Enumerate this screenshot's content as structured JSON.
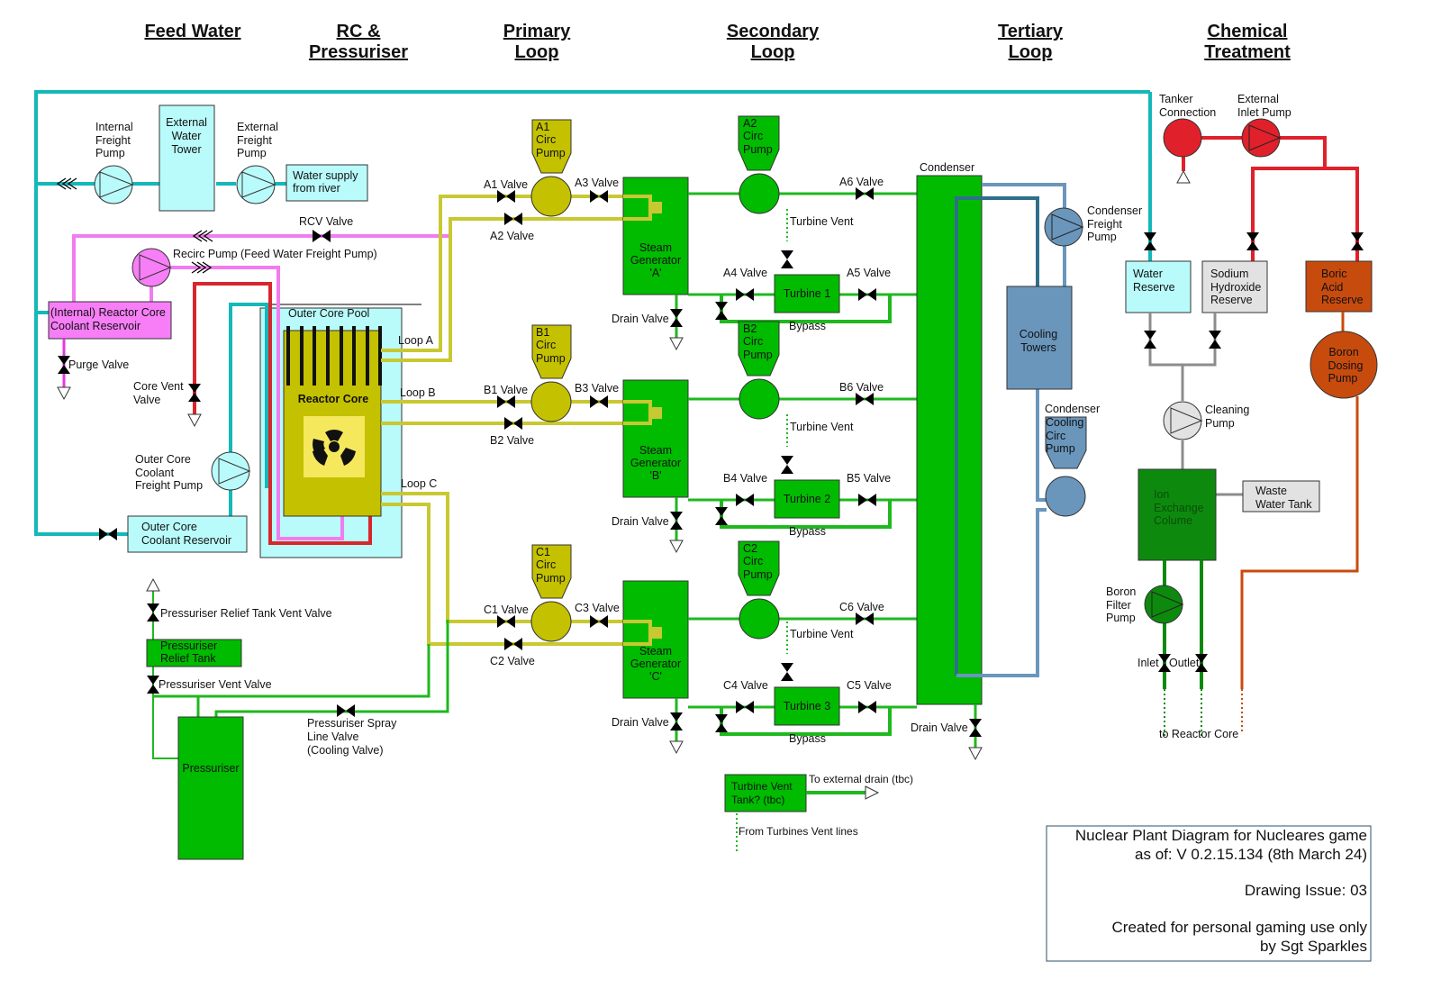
{
  "colors": {
    "feed_water": "#14b8b8",
    "feed_water_fill": "#b9fbfb",
    "recirc": "#f07cf0",
    "recirc_fill": "#f77ef7",
    "core": "#c4c100",
    "core_line": "#c8c832",
    "secondary": "#00bb00",
    "secondary_line": "#1fb81f",
    "tertiary": "#6a96bc",
    "tertiary_dark": "#2e6f8a",
    "chem_red": "#e0202a",
    "boric": "#c84b0e",
    "grey_line": "#8c8c8c",
    "grey_fill": "#e2e2e2",
    "ion_green": "#0d8a0d",
    "hot_red": "#d8262c"
  },
  "headers": [
    {
      "lines": [
        "Feed Water"
      ]
    },
    {
      "lines": [
        "RC &",
        "Pressuriser"
      ]
    },
    {
      "lines": [
        "Primary",
        "Loop"
      ]
    },
    {
      "lines": [
        "Secondary",
        "Loop"
      ]
    },
    {
      "lines": [
        "Tertiary",
        "Loop"
      ]
    },
    {
      "lines": [
        "Chemical",
        "Treatment"
      ]
    }
  ],
  "feed_water": {
    "internal_freight_pump": [
      "Internal",
      "Freight",
      "Pump"
    ],
    "external_water_tower": [
      "External",
      "Water",
      "Tower"
    ],
    "external_freight_pump": [
      "External",
      "Freight",
      "Pump"
    ],
    "water_supply": [
      "Water supply",
      "from river"
    ],
    "rcv_valve": "RCV Valve",
    "recirc_pump": "Recirc Pump (Feed Water Freight Pump)",
    "reactor_coolant_reservoir": [
      "(Internal) Reactor Core",
      "Coolant Reservoir"
    ],
    "purge_valve": "Purge Valve",
    "core_vent_valve": [
      "Core Vent",
      "Valve"
    ],
    "outer_core_pump": [
      "Outer Core",
      "Coolant",
      "Freight Pump"
    ],
    "outer_core_reservoir": [
      "Outer Core",
      "Coolant Reservoir"
    ]
  },
  "reactor": {
    "pool": "Outer Core Pool",
    "core": "Reactor Core",
    "loops": [
      "Loop A",
      "Loop B",
      "Loop C"
    ]
  },
  "pressuriser": {
    "relief_vent_valve": "Pressuriser Relief Tank Vent Valve",
    "relief_tank": [
      "Pressuriser",
      "Relief Tank"
    ],
    "vent_valve": "Pressuriser Vent Valve",
    "tank": "Pressuriser",
    "spray_valve": [
      "Pressuriser Spray",
      "Line Valve",
      "(Cooling Valve)"
    ]
  },
  "primary": [
    {
      "pump": [
        "A1",
        "Circ",
        "Pump"
      ],
      "v1": "A1 Valve",
      "v2": "A2 Valve",
      "v3": "A3 Valve",
      "sg": [
        "Steam",
        "Generator",
        "'A'"
      ],
      "drain": "Drain Valve"
    },
    {
      "pump": [
        "B1",
        "Circ",
        "Pump"
      ],
      "v1": "B1 Valve",
      "v2": "B2 Valve",
      "v3": "B3 Valve",
      "sg": [
        "Steam",
        "Generator",
        "'B'"
      ],
      "drain": "Drain Valve"
    },
    {
      "pump": [
        "C1",
        "Circ",
        "Pump"
      ],
      "v1": "C1 Valve",
      "v2": "C2 Valve",
      "v3": "C3 Valve",
      "sg": [
        "Steam",
        "Generator",
        "'C'"
      ],
      "drain": "Drain Valve"
    }
  ],
  "secondary": [
    {
      "pump": [
        "A2",
        "Circ",
        "Pump"
      ],
      "v4": "A4 Valve",
      "v5": "A5 Valve",
      "v6": "A6 Valve",
      "turbine": "Turbine 1",
      "vent": "Turbine Vent",
      "bypass": "Bypass"
    },
    {
      "pump": [
        "B2",
        "Circ",
        "Pump"
      ],
      "v4": "B4 Valve",
      "v5": "B5 Valve",
      "v6": "B6 Valve",
      "turbine": "Turbine 2",
      "vent": "Turbine Vent",
      "bypass": "Bypass"
    },
    {
      "pump": [
        "C2",
        "Circ",
        "Pump"
      ],
      "v4": "C4 Valve",
      "v5": "C5 Valve",
      "v6": "C6 Valve",
      "turbine": "Turbine 3",
      "vent": "Turbine Vent",
      "bypass": "Bypass"
    }
  ],
  "condenser": {
    "label": "Condenser",
    "drain": "Drain Valve"
  },
  "turbine_vent_tank": {
    "label": [
      "Turbine Vent",
      "Tank? (tbc)"
    ],
    "to_drain": "To external drain (tbc)",
    "from_vents": "From Turbines Vent lines"
  },
  "tertiary": {
    "freight_pump": [
      "Condenser",
      "Freight",
      "Pump"
    ],
    "cooling_towers": [
      "Cooling",
      "Towers"
    ],
    "circ_pump_title": "Condenser",
    "circ_pump": [
      "Cooling",
      "Circ",
      "Pump"
    ]
  },
  "chemical": {
    "tanker": [
      "Tanker",
      "Connection"
    ],
    "inlet_pump": [
      "External",
      "Inlet Pump"
    ],
    "water_reserve": [
      "Water",
      "Reserve"
    ],
    "naoh_reserve": [
      "Sodium",
      "Hydroxide",
      "Reserve"
    ],
    "boric_reserve": [
      "Boric",
      "Acid",
      "Reserve"
    ],
    "boron_dosing": [
      "Boron",
      "Dosing",
      "Pump"
    ],
    "cleaning_pump": [
      "Cleaning",
      "Pump"
    ],
    "ion_exchange": [
      "Ion",
      "Exchange",
      "Colume"
    ],
    "waste_tank": [
      "Waste",
      "Water Tank"
    ],
    "boron_filter": [
      "Boron",
      "Filter",
      "Pump"
    ],
    "inlet": "Inlet",
    "outlet": "Outlet",
    "to_core": "to Reactor Core"
  },
  "info_box": {
    "line1": "Nuclear Plant Diagram for Nucleares game",
    "line2": "as of: V 0.2.15.134 (8th March 24)",
    "line3": "Drawing Issue: 03",
    "line4": "Created for personal gaming use only",
    "line5": "by Sgt Sparkles"
  }
}
